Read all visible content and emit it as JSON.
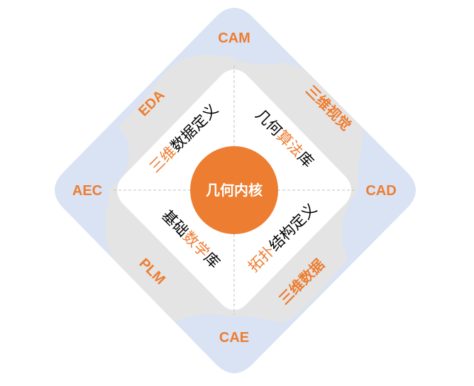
{
  "colors": {
    "accent": "#ED7D31",
    "outer_fill": "#DAE3F3",
    "band_fill": "#E4E4E4",
    "inner_fill": "#FFFFFF",
    "text_dark": "#000000",
    "core_text": "#FFFFFF",
    "divider": "#BFBFBF"
  },
  "outer_labels": {
    "top": "CAM",
    "right": "CAD",
    "bottom": "CAE",
    "left": "AEC"
  },
  "band_labels": {
    "top_left": "EDA",
    "top_right": "三维视觉",
    "bottom_left": "PLM",
    "bottom_right": "三维数据"
  },
  "inner_labels": {
    "top_left": {
      "highlight": "三维",
      "rest": "数据定义"
    },
    "top_right": {
      "prefix": "几何",
      "highlight": "算法",
      "suffix": "库"
    },
    "bottom_left": {
      "prefix": "基础",
      "highlight": "数学",
      "suffix": "库"
    },
    "bottom_right": {
      "highlight": "拓扑",
      "rest": "结构定义"
    }
  },
  "core": {
    "label": "几何内核"
  }
}
